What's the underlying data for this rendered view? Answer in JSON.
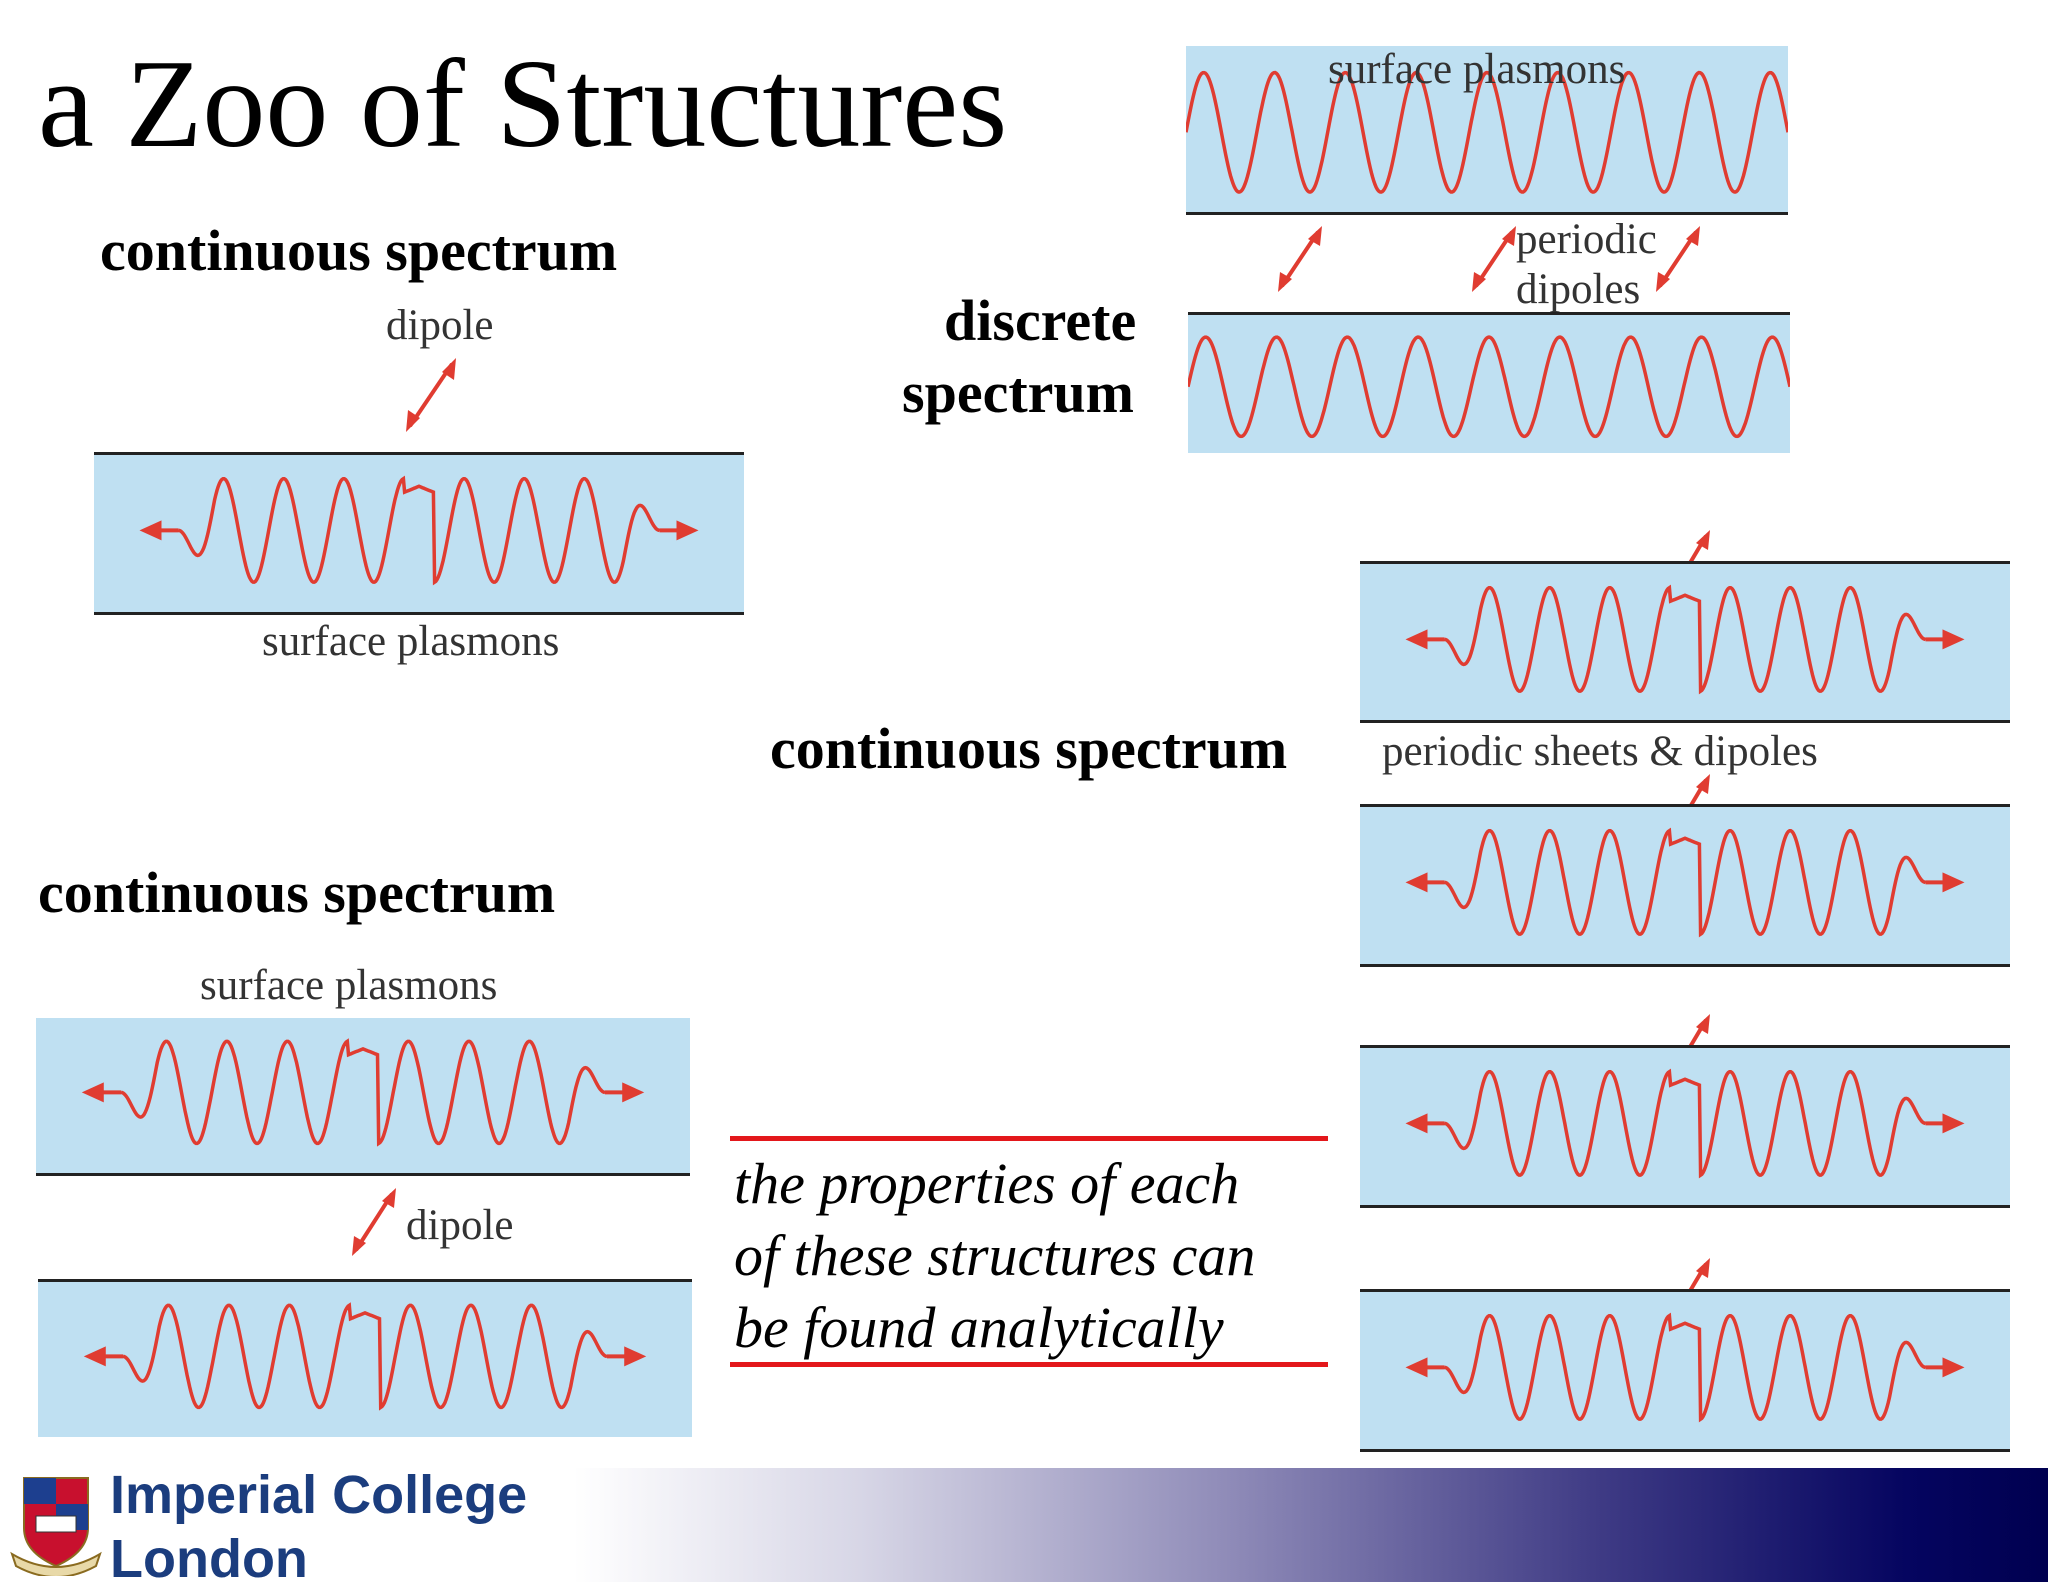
{
  "title": "a Zoo of Structures",
  "sections": {
    "top_left": {
      "heading": "continuous spectrum",
      "dipole_label": "dipole",
      "plasmon_label": "surface plasmons"
    },
    "top_right": {
      "heading_line1": "discrete",
      "heading_line2": "spectrum",
      "plasmon_label": "surface plasmons",
      "dipole_label_line1": "periodic",
      "dipole_label_line2": "dipoles"
    },
    "middle_right": {
      "heading": "continuous spectrum",
      "sheets_label": "periodic sheets & dipoles"
    },
    "bottom_left": {
      "heading": "continuous spectrum",
      "plasmon_label": "surface plasmons",
      "dipole_label": "dipole"
    }
  },
  "note": {
    "line1": "the properties of each",
    "line2": "of these structures can",
    "line3": "be found analytically"
  },
  "footer": {
    "logo_line1": "Imperial College",
    "logo_line2": "London"
  },
  "colors": {
    "panel": "#bfe0f2",
    "wave": "#e03c31",
    "rule": "#e3171b",
    "footer_dark": "#000050",
    "logo": "#1b3d7e"
  },
  "icons": [
    "dipole-arrow-icon",
    "crest-icon"
  ]
}
